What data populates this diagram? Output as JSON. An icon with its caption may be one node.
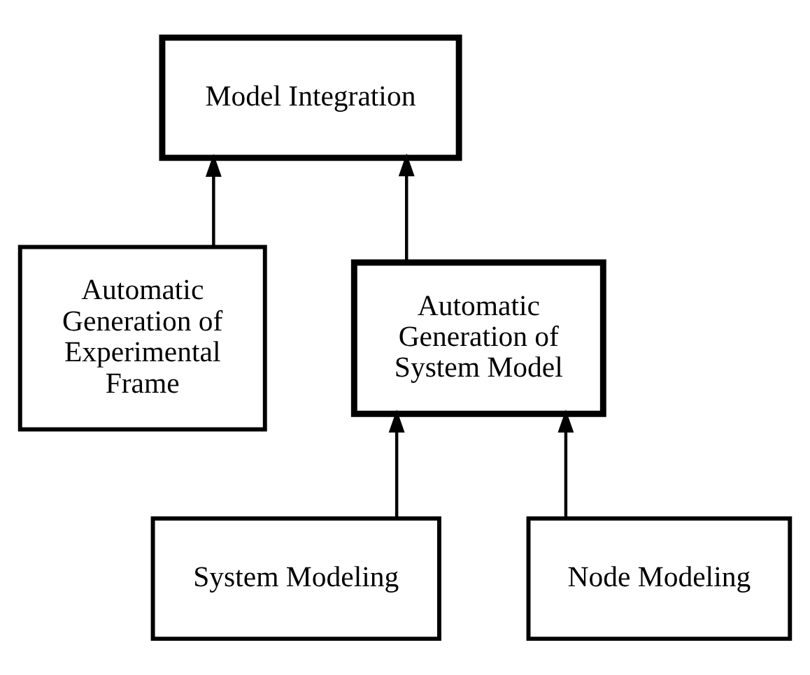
{
  "diagram": {
    "nodes": [
      {
        "text": [
          "Model Integration"
        ]
      },
      {
        "text": [
          "Automatic Generation of Experimental Frame"
        ]
      },
      {
        "text": [
          "Automatic Generation of System Model"
        ]
      },
      {
        "text": [
          "System Modeling"
        ]
      },
      {
        "text": [
          "Node Modeling"
        ]
      }
    ],
    "edges": [
      {
        "from": 1,
        "to": 0,
        "arrow": "to"
      },
      {
        "from": 2,
        "to": 0,
        "arrow": "to"
      },
      {
        "from": 3,
        "to": 2,
        "arrow": "to"
      },
      {
        "from": 4,
        "to": 2,
        "arrow": "to"
      }
    ]
  }
}
